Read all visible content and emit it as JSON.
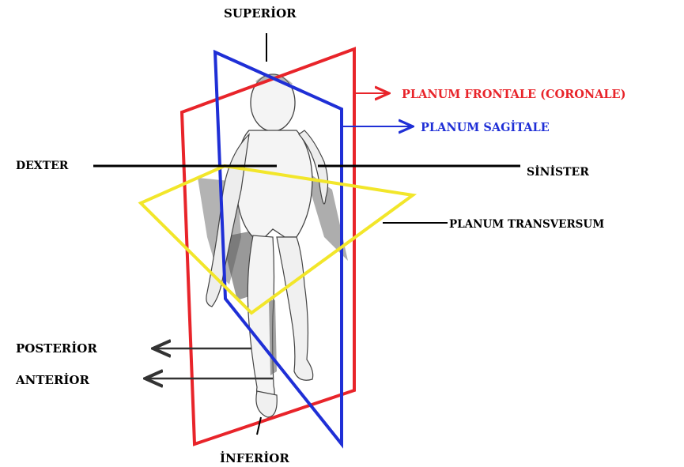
{
  "labels": {
    "superior": "SUPERİOR",
    "inferior": "İNFERİOR",
    "dexter": "DEXTER",
    "sinister": "SİNİSTER",
    "posterior": "POSTERİOR",
    "anterior": "ANTERİOR",
    "planum_frontale": "PLANUM FRONTALE (CORONALE)",
    "planum_sagitale": "PLANUM SAGİTALE",
    "planum_transversum": "PLANUM TRANSVERSUM"
  },
  "colors": {
    "frontal_plane": "#e8242a",
    "sagittal_plane": "#1f2fd6",
    "transverse_plane": "#f2e62a",
    "line": "#000000",
    "arrow_gray": "#333333"
  },
  "icons": {
    "figure": "human-body-figure"
  }
}
